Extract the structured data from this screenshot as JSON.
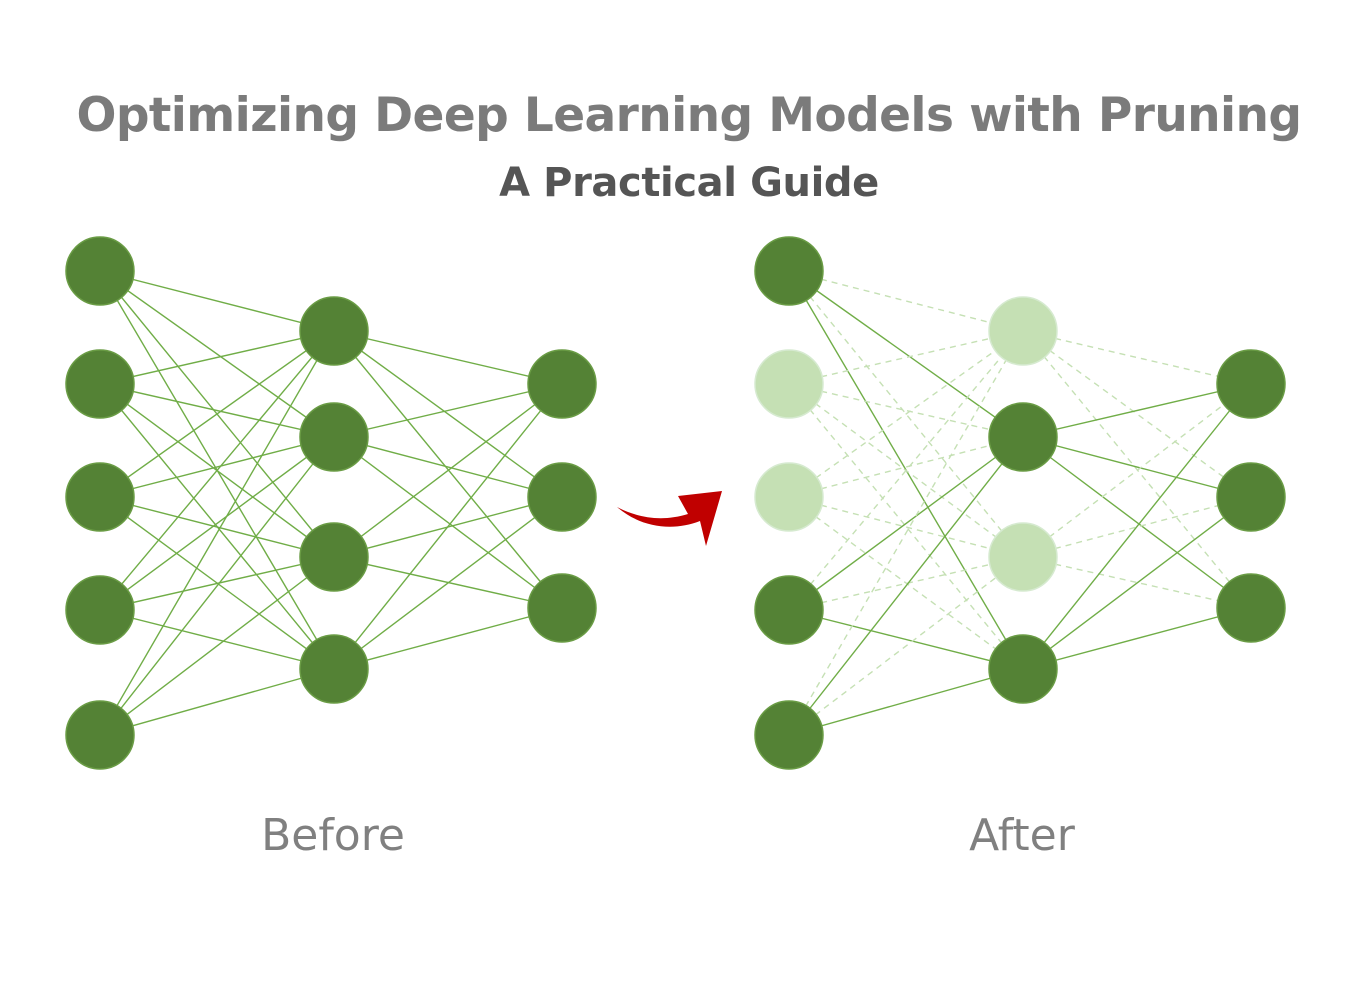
{
  "title": "Optimizing Deep Learning Models with Pruning",
  "subtitle": "A Practical Guide",
  "captions": {
    "before": "Before",
    "after": "After"
  },
  "colors": {
    "node_active": "#548235",
    "node_pruned": "#c5e0b4",
    "edge_active": "#70ad47",
    "edge_pruned": "#c5e0b4",
    "arrow": "#c00000"
  },
  "networks": {
    "before": {
      "layers": [
        5,
        4,
        3
      ],
      "pruned_nodes": []
    },
    "after": {
      "layers": [
        5,
        4,
        3
      ],
      "pruned_nodes": [
        [
          0,
          1
        ],
        [
          0,
          2
        ],
        [
          1,
          0
        ],
        [
          1,
          2
        ]
      ]
    }
  },
  "arrow_icon": "curved-arrow-right"
}
